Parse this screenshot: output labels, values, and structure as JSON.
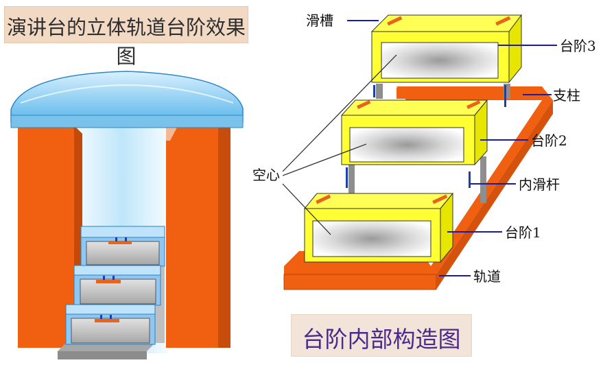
{
  "left_panel": {
    "title": "演讲台的立体轨道台阶效果图"
  },
  "right_panel": {
    "caption": "台阶内部构造图",
    "labels": {
      "slot": "滑槽",
      "step3": "台阶3",
      "pillar": "支柱",
      "step2": "台阶2",
      "hollow": "空心",
      "inner_rod": "内滑杆",
      "step1": "台阶1",
      "track": "轨道"
    }
  },
  "colors": {
    "orange": "#f06010",
    "yellow": "#ffff33",
    "blue_step": "#8ec8f2",
    "cap_blue": "#7cc6ef",
    "rod": "#8e8e8e",
    "leader": "#1a1aaa"
  }
}
